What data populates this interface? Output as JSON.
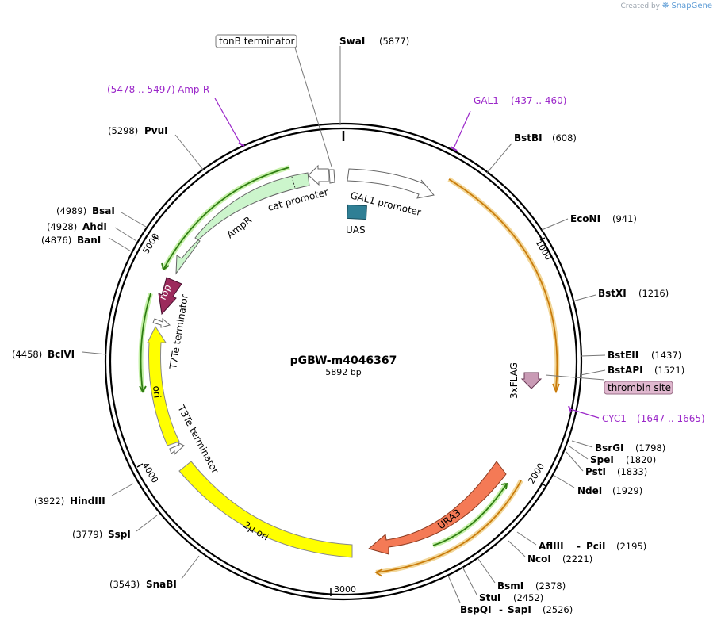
{
  "credit": {
    "prefix": "Created by",
    "brand": "SnapGene"
  },
  "plasmid": {
    "name": "pGBW-m4046367",
    "length": "5892 bp"
  },
  "ticks": [
    "1000",
    "2000",
    "3000",
    "4000",
    "5000"
  ],
  "sites": [
    {
      "name": "SwaI",
      "pos": "(5877)"
    },
    {
      "name": "BstBI",
      "pos": "(608)"
    },
    {
      "name": "EcoNI",
      "pos": "(941)"
    },
    {
      "name": "BstXI",
      "pos": "(1216)"
    },
    {
      "name": "BstEII",
      "pos": "(1437)"
    },
    {
      "name": "BstAPI",
      "pos": "(1521)"
    },
    {
      "name": "BsrGI",
      "pos": "(1798)"
    },
    {
      "name": "SpeI",
      "pos": "(1820)"
    },
    {
      "name": "PstI",
      "pos": "(1833)"
    },
    {
      "name": "NdeI",
      "pos": "(1929)"
    },
    {
      "name": "AflIII",
      "pos": "(2195)",
      "pair": "PciI"
    },
    {
      "name": "NcoI",
      "pos": "(2221)"
    },
    {
      "name": "BsmI",
      "pos": "(2378)"
    },
    {
      "name": "StuI",
      "pos": "(2452)"
    },
    {
      "name": "BspQI",
      "pos": "(2526)",
      "pair": "SapI"
    },
    {
      "name": "SnaBI",
      "pos": "(3543)"
    },
    {
      "name": "SspI",
      "pos": "(3779)"
    },
    {
      "name": "HindIII",
      "pos": "(3922)"
    },
    {
      "name": "BclVI",
      "pos": "(4458)"
    },
    {
      "name": "BanI",
      "pos": "(4876)"
    },
    {
      "name": "AhdI",
      "pos": "(4928)"
    },
    {
      "name": "BsaI",
      "pos": "(4989)"
    },
    {
      "name": "PvuI",
      "pos": "(5298)"
    }
  ],
  "primers": [
    {
      "name": "GAL1",
      "range": "(437 .. 460)"
    },
    {
      "name": "CYC1",
      "range": "(1647 .. 1665)"
    },
    {
      "name": "Amp-R",
      "range": "(5478 .. 5497)"
    }
  ],
  "features": {
    "tonB": "tonB terminator",
    "gal1_promoter": "GAL1 promoter",
    "uas": "UAS",
    "cat_promoter": "cat promoter",
    "ampr": "AmpR",
    "rop": "rop",
    "t7te": "T7Te terminator",
    "ori": "ori",
    "t3te": "T3Te terminator",
    "two_micron": "2μ ori",
    "ura3": "URA3",
    "flag": "3xFLAG",
    "thrombin": "thrombin site"
  },
  "colors": {
    "promoter": "#ffffff",
    "uas": "#2f7f95",
    "ampr": "#ccf5cc",
    "rop": "#9c2a5c",
    "ori": "#ffff00",
    "ura3": "#f47a56",
    "orf": "#f2a83b",
    "orf_green": "#2f7d12",
    "flag": "#c99bb5",
    "thrombin": "#e0b8cf",
    "primer": "#9b27c9"
  }
}
